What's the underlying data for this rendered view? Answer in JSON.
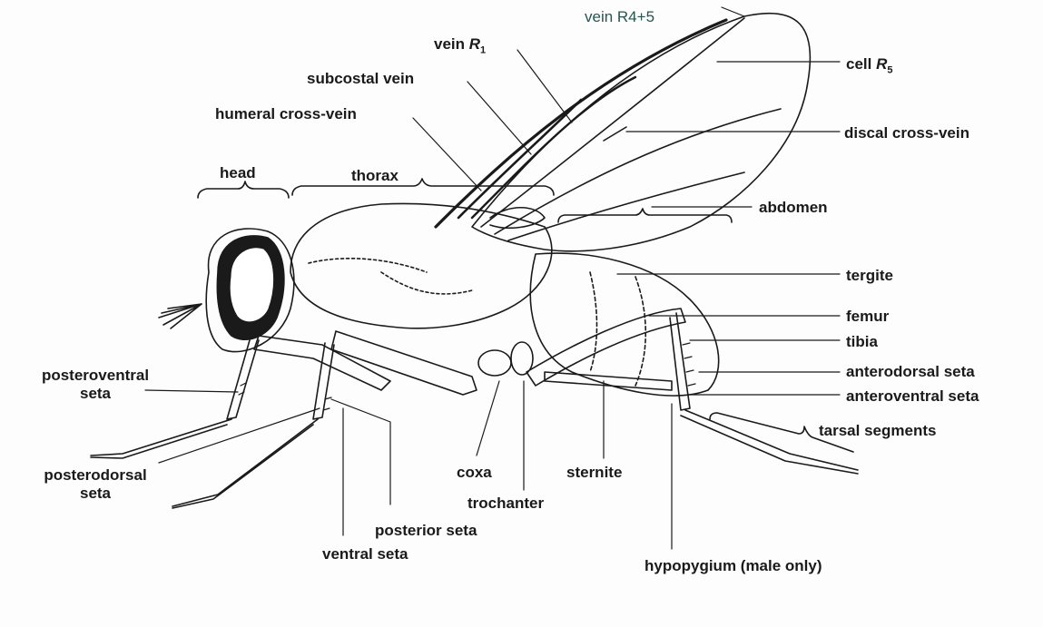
{
  "labels": {
    "vein_r45": "vein R4+5",
    "vein_r1": {
      "pre": "vein ",
      "letter": "R",
      "sub": "1"
    },
    "subcostal_vein": "subcostal vein",
    "humeral_cross_vein": "humeral cross-vein",
    "cell_r5": {
      "pre": "cell ",
      "letter": "R",
      "sub": "5"
    },
    "discal_cross_vein": "discal cross-vein",
    "head": "head",
    "thorax": "thorax",
    "abdomen": "abdomen",
    "tergite": "tergite",
    "femur": "femur",
    "tibia": "tibia",
    "anterodorsal_seta": "anterodorsal seta",
    "anteroventral_seta": "anteroventral seta",
    "tarsal_segments": "tarsal segments",
    "posteroventral_seta_1": "posteroventral",
    "posteroventral_seta_2": "seta",
    "posterodorsal_seta_1": "posterodorsal",
    "posterodorsal_seta_2": "seta",
    "coxa": "coxa",
    "trochanter": "trochanter",
    "sternite": "sternite",
    "posterior_seta": "posterior seta",
    "ventral_seta": "ventral seta",
    "hypopygium": "hypopygium (male only)"
  },
  "colors": {
    "ink": "#1a1a1a",
    "teal": "#24564f",
    "paper": "#fdfdfd"
  }
}
